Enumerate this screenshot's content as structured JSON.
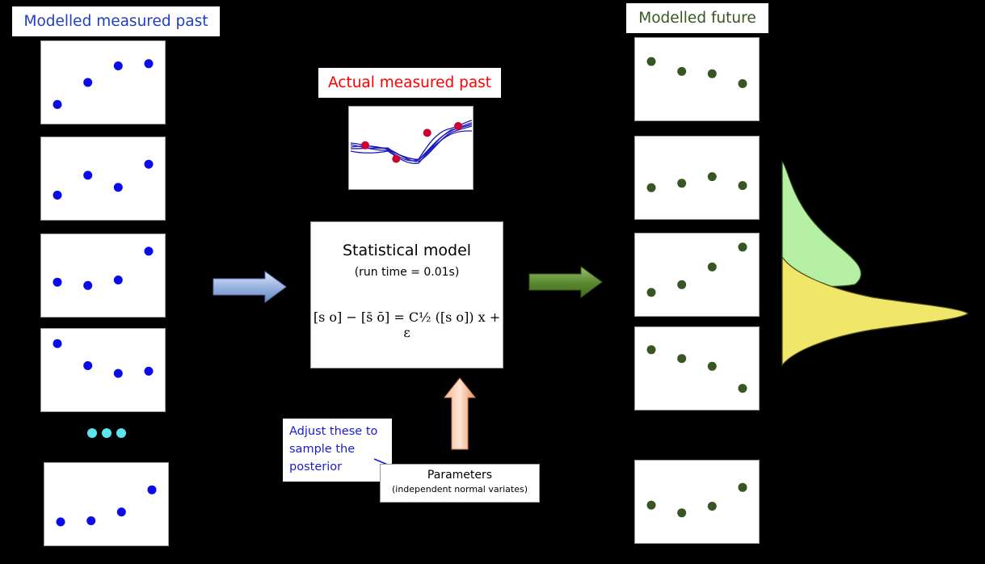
{
  "labels": {
    "modelled_measured_past": "Modelled measured past",
    "actual_measured_past": "Actual measured past",
    "modelled_future": "Modelled future"
  },
  "model": {
    "title": "Statistical model",
    "subtitle": "(run time = 0.01s)",
    "equation": "[s o] − [s̄ ō] = C½ ([s o]) x + ε"
  },
  "hint": {
    "text": "Adjust these to sample the posterior"
  },
  "parameters": {
    "title": "Parameters",
    "subtitle": "(independent normal variates)"
  },
  "colors": {
    "past_dots": "#0b0bea",
    "future_dots": "#375623",
    "actual_dots": "#cc0033",
    "actual_lines": "#1a1ab8",
    "ellipsis_dots": "#5fe3ef",
    "left_label_text": "#1f3fbf",
    "actual_label_text": "#ff0000",
    "future_label_text": "#375623",
    "distribution_green": "#b6f0a4",
    "distribution_yellow": "#efe66a"
  },
  "past_panels": [
    {
      "points": [
        [
          1,
          1
        ],
        [
          2,
          3
        ],
        [
          3,
          4.5
        ],
        [
          4,
          4.7
        ]
      ]
    },
    {
      "points": [
        [
          1,
          1.5
        ],
        [
          2,
          3.3
        ],
        [
          3,
          2.2
        ],
        [
          4,
          4.3
        ]
      ]
    },
    {
      "points": [
        [
          1,
          2.4
        ],
        [
          2,
          2.1
        ],
        [
          3,
          2.6
        ],
        [
          4,
          5.2
        ]
      ]
    },
    {
      "points": [
        [
          1,
          5.4
        ],
        [
          2,
          3.4
        ],
        [
          3,
          2.7
        ],
        [
          4,
          2.9
        ]
      ]
    },
    {
      "points": [
        [
          1,
          1.4
        ],
        [
          2,
          1.5
        ],
        [
          3,
          2.3
        ],
        [
          4,
          4.3
        ]
      ]
    }
  ],
  "future_panels": [
    {
      "points": [
        [
          1,
          4.6
        ],
        [
          2,
          3.7
        ],
        [
          3,
          3.5
        ],
        [
          4,
          2.6
        ]
      ]
    },
    {
      "points": [
        [
          1,
          2.1
        ],
        [
          2,
          2.5
        ],
        [
          3,
          3.1
        ],
        [
          4,
          2.3
        ]
      ]
    },
    {
      "points": [
        [
          1,
          1.4
        ],
        [
          2,
          2.1
        ],
        [
          3,
          3.7
        ],
        [
          4,
          5.5
        ]
      ]
    },
    {
      "points": [
        [
          1,
          4.7
        ],
        [
          2,
          3.9
        ],
        [
          3,
          3.2
        ],
        [
          4,
          1.2
        ]
      ]
    },
    {
      "points": [
        [
          1,
          2.7
        ],
        [
          2,
          2
        ],
        [
          3,
          2.6
        ],
        [
          4,
          4.3
        ]
      ]
    }
  ],
  "actual_panel": {
    "points": [
      [
        1,
        3.3
      ],
      [
        2,
        2.1
      ],
      [
        3,
        4.4
      ],
      [
        4,
        5
      ]
    ]
  }
}
